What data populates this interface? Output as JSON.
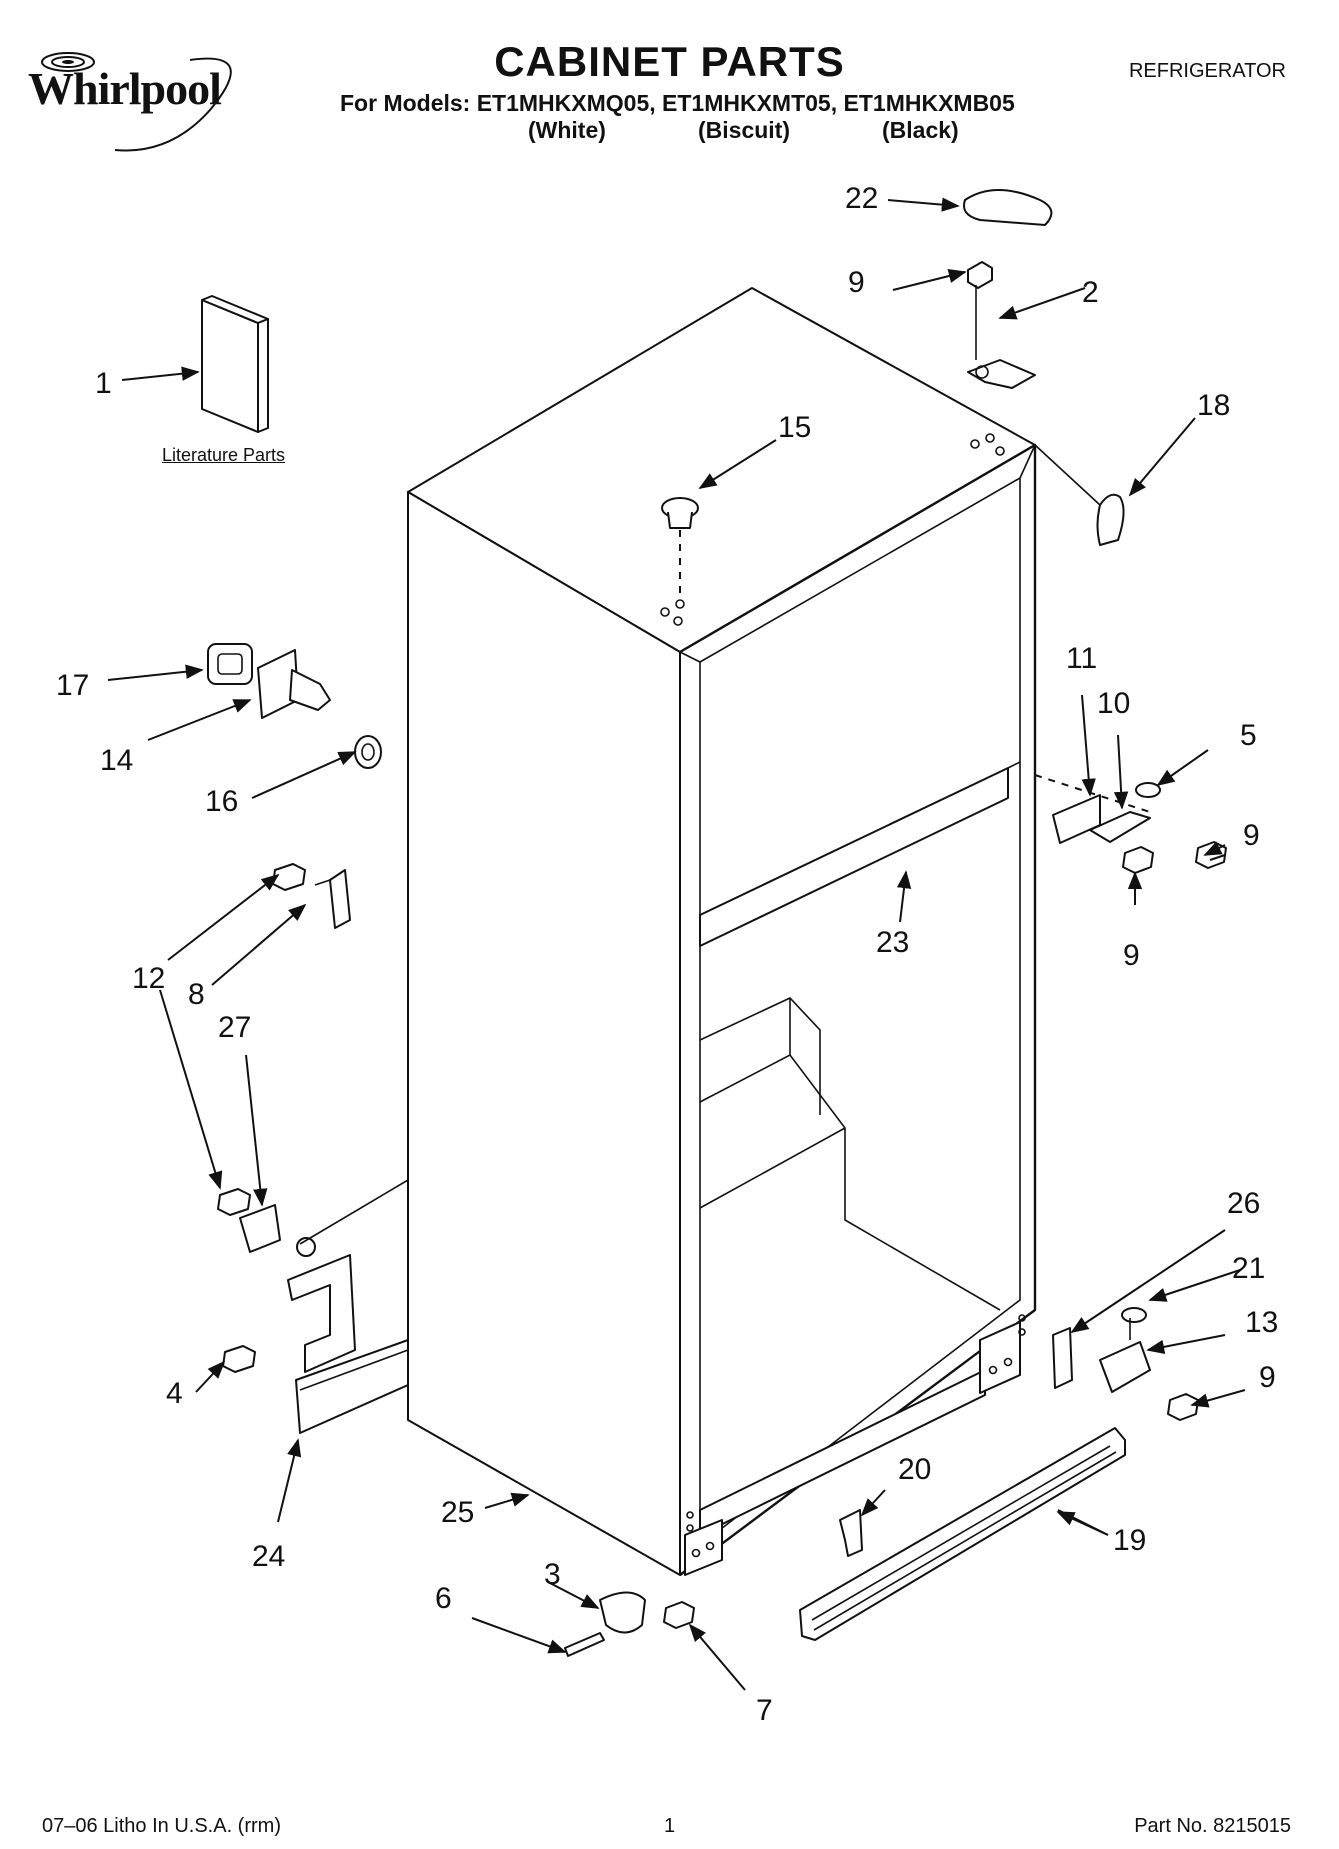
{
  "header": {
    "brand": "Whirlpool",
    "title": "CABINET PARTS",
    "models_line": "For Models: ET1MHKXMQ05, ET1MHKXMT05, ET1MHKXMB05",
    "colors": [
      "(White)",
      "(Biscuit)",
      "(Black)"
    ],
    "category": "REFRIGERATOR"
  },
  "literature_label": "Literature Parts",
  "callouts": [
    "1",
    "2",
    "3",
    "4",
    "5",
    "6",
    "7",
    "8",
    "9",
    "10",
    "11",
    "12",
    "13",
    "14",
    "15",
    "16",
    "17",
    "18",
    "19",
    "20",
    "21",
    "22",
    "23",
    "24",
    "25",
    "26",
    "27"
  ],
  "footer": {
    "litho": "07–06 Litho In U.S.A. (rrm)",
    "page": "1",
    "part_no": "Part No. 8215015"
  }
}
